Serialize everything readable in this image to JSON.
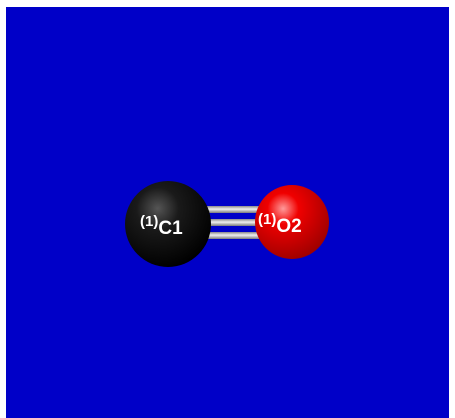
{
  "viewer": {
    "background": "#0000c8"
  },
  "molecule": {
    "atoms": [
      {
        "id": "C1",
        "isotope": "(1)",
        "symbol": "C1",
        "color": "#000000"
      },
      {
        "id": "O2",
        "isotope": "(1)",
        "symbol": "O2",
        "color": "#e00000"
      }
    ],
    "bonds": [
      {
        "from": "C1",
        "to": "O2",
        "order": 3,
        "color": "#c8c8c8"
      }
    ]
  }
}
